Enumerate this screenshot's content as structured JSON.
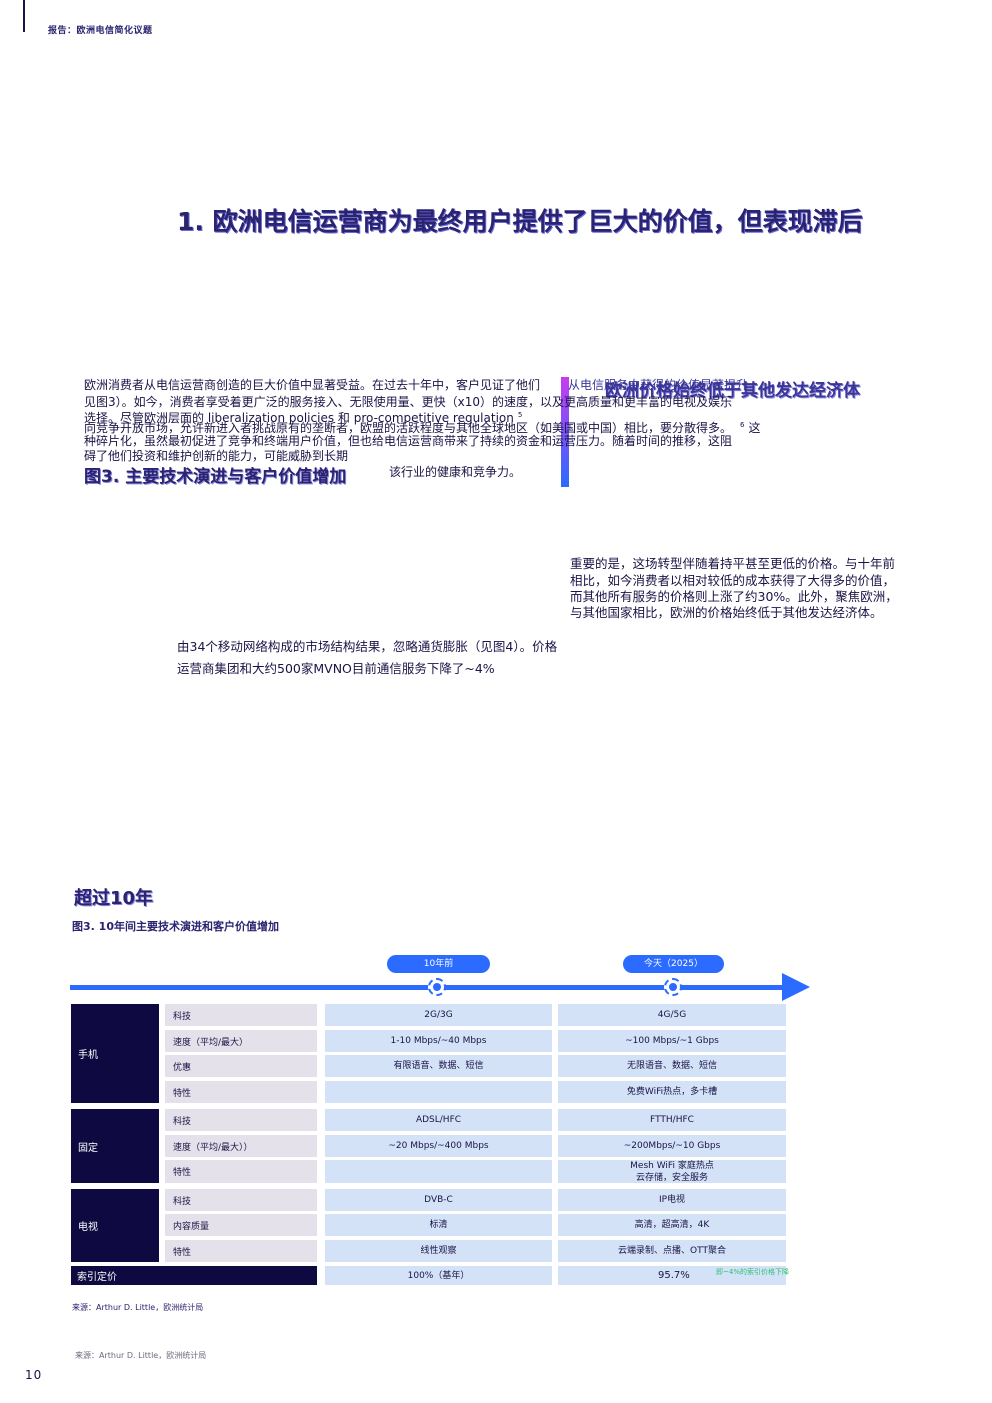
{
  "running_head": "报告：欧洲电信简化议题",
  "heading": "1. 欧洲电信运营商为最终用户提供了巨大的价值，但表现滞后",
  "side_title": "欧洲价格始终低于其他发达经济体",
  "overlap_fragment": "欧洲价格始终低于其他发达",
  "para1": {
    "l1": "欧洲消费者从电信运营商创造的巨大价值中显著受益。在过去十年中，客户见证了他们",
    "l1b": "从电信服务中获得的价值显著提升",
    "l2": "见图3）。如今，消费者享受着更广泛的服务接入、无限使用量、更快（x10）的速度，以及更高质量和更丰富的电视及娱乐",
    "l3": "选择。尽管欧洲层面的 liberalization policies 和 pro-competitive regulation",
    "l3sup": "5",
    "l4": "向竞争开放市场，允许新进入者挑战原有的垄断者，欧盟的活跃程度与其他全球地区（如美国或中国）相比，要分散得多。",
    "l4sup": "6",
    "l4tail": "这",
    "l5": "种碎片化，虽然最初促进了竞争和终端用户价值，但也给电信运营商带来了持续的资金和运营压力。随着时间的推移，这阻",
    "l6": "碍了他们投资和维护创新的能力，可能威胁到长期",
    "l7": "该行业的健康和竞争力。"
  },
  "fig_heading": "图3. 主要技术演进与客户价值增加",
  "para2": {
    "l1": "重要的是，这场转型伴随着持平甚至更低的价格。与十年前",
    "l2": "相比，如今消费者以相对较低的成本获得了大得多的价值，",
    "l3": "而其他所有服务的价格则上涨了约30%。此外，聚焦欧洲，",
    "l4": "与其他国家相比，欧洲的价格始终低于其他发达经济体。"
  },
  "para3": {
    "l1": "由34个移动网络构成的市场结构结果，忽略通货膨胀（见图4）。价格",
    "l2": "运营商集团和大约500家MVNO目前通信服务下降了~4%"
  },
  "section_heading": "超过10年",
  "figure_caption": "图3. 10年间主要技术演进和客户价值增加",
  "timeline": {
    "past_label": "10年前",
    "now_label": "今天（2025）"
  },
  "table": {
    "groups": [
      {
        "name": "手机",
        "rows": [
          {
            "label": "科技",
            "past": "2G/3G",
            "now": "4G/5G"
          },
          {
            "label": "速度（平均/最大）",
            "past": "1-10 Mbps/~40 Mbps",
            "now": "~100 Mbps/~1 Gbps"
          },
          {
            "label": "优惠",
            "past": "有限语音、数据、短信",
            "now": "无限语音、数据、短信"
          },
          {
            "label": "特性",
            "past": "",
            "now": "免费WiFi热点，多卡槽"
          }
        ]
      },
      {
        "name": "固定",
        "rows": [
          {
            "label": "科技",
            "past": "ADSL/HFC",
            "now": "FTTH/HFC"
          },
          {
            "label": "速度（平均/最大））",
            "past": "~20 Mbps/~400 Mbps",
            "now": "~200Mbps/~10 Gbps"
          },
          {
            "label": "特性",
            "past": "",
            "now": "Mesh WiFi 家庭热点",
            "now2": "云存储，安全服务"
          }
        ]
      },
      {
        "name": "电视",
        "rows": [
          {
            "label": "科技",
            "past": "DVB-C",
            "now": "IP电视"
          },
          {
            "label": "内容质量",
            "past": "标清",
            "now": "高清，超高清，4K"
          },
          {
            "label": "特性",
            "past": "线性观察",
            "now": "云端录制、点播、OTT聚合"
          }
        ]
      }
    ],
    "price": {
      "label": "索引定价",
      "past": "100%（基年）",
      "now": "95.7%",
      "note": "即~4%的索引价格下降"
    }
  },
  "source": "来源：Arthur D. Little，欧洲统计局",
  "source2": "来源：Arthur D. Little，欧洲统计局",
  "page_number": "10",
  "colors": {
    "navy": "#0e0940",
    "accent_blue": "#2b6bff",
    "cell_blue": "#d3e2f7",
    "label_gray": "#e4e1ea",
    "note_green": "#2fbf71"
  }
}
